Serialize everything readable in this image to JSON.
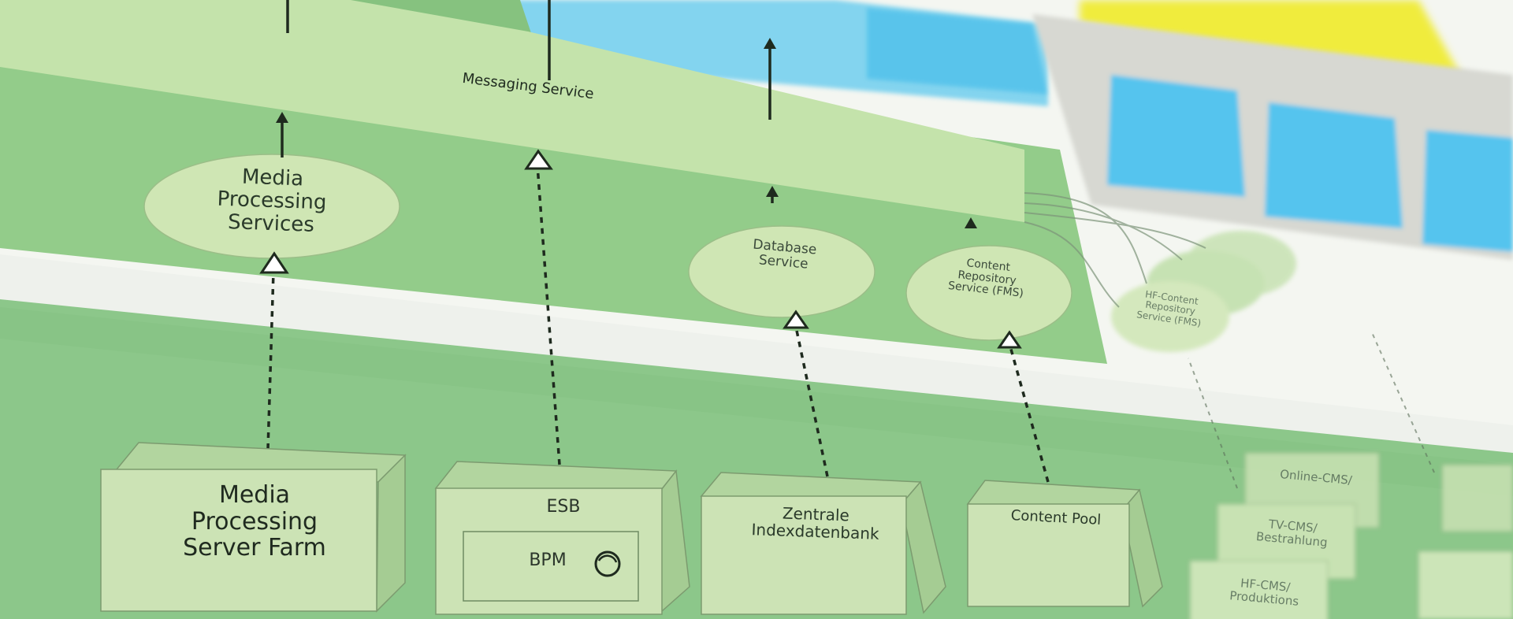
{
  "diagram": {
    "colors": {
      "page": "#f4f6f1",
      "service_layer": "#93cc8a",
      "service_bar": "#c4e3ab",
      "band": "#eef1ec",
      "node_layer": "#8cc78a",
      "node_front": "#cce3b5",
      "node_top": "#b2d59f",
      "node_side": "#a5cc93",
      "service_pill": "#cfe6b4",
      "blue_box": "#5ec8ee",
      "yellow_box": "#f0ec3e",
      "grey_box": "#d7d8d2"
    },
    "bar_label": "Messaging Service",
    "services": [
      {
        "id": "media-processing-services",
        "label": "Media\nProcessing\nServices"
      },
      {
        "id": "database-service",
        "label": "Database\nService"
      },
      {
        "id": "content-repository-service",
        "label": "Content\nRepository\nService (FMS)"
      },
      {
        "id": "hf-content-repository-service",
        "label": "HF-Content\nRepository\nService (FMS)"
      }
    ],
    "nodes": [
      {
        "id": "media-processing-server-farm",
        "label": "Media\nProcessing\nServer Farm"
      },
      {
        "id": "esb",
        "label": "ESB",
        "inner_label": "BPM"
      },
      {
        "id": "zentrale-indexdatenbank",
        "label": "Zentrale\nIndexdatenbank"
      },
      {
        "id": "content-pool",
        "label": "Content Pool"
      },
      {
        "id": "online-cms",
        "label": "Online-CMS/"
      },
      {
        "id": "tv-cms",
        "label": "TV-CMS/\nBestrahlung"
      },
      {
        "id": "hf-cms",
        "label": "HF-CMS/\nProduktions"
      }
    ]
  }
}
